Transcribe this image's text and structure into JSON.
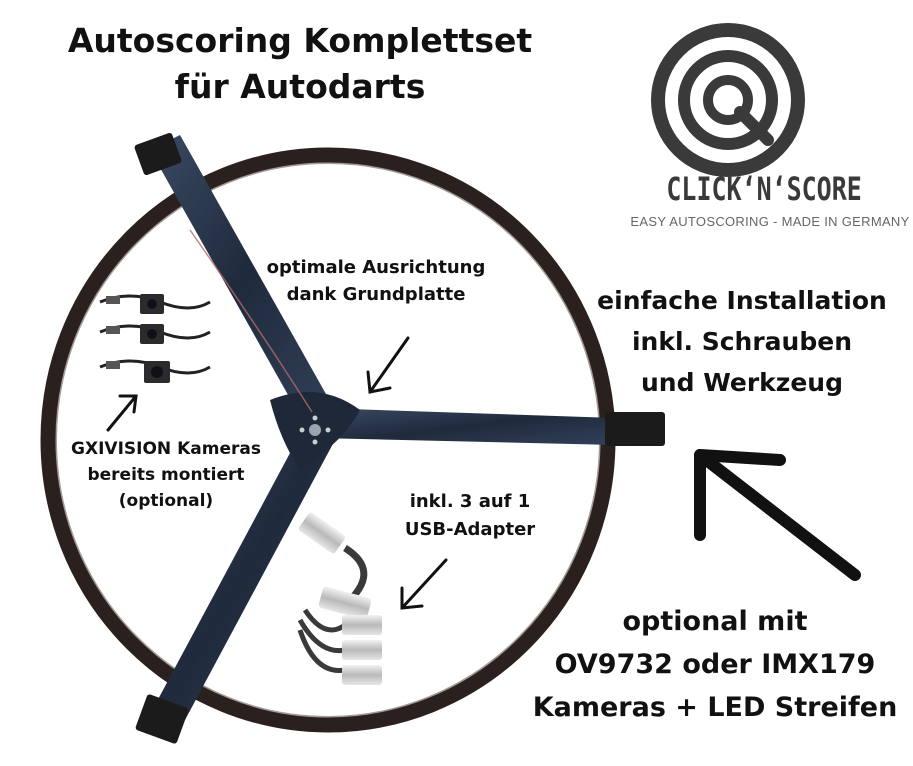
{
  "title": {
    "line1": "Autoscoring Komplettset",
    "line2": "für Autodarts"
  },
  "logo": {
    "wordmark": "CLICK‘N‘SCORE",
    "tagline": "EASY AUTOSCORING - MADE IN GERMANY",
    "icon": "magnifier-target-icon",
    "color": "#3a3a3a"
  },
  "callouts": {
    "alignment": [
      "optimale Ausrichtung",
      "dank Grundplatte"
    ],
    "installation": [
      "einfache Installation",
      "inkl. Schrauben",
      "und Werkzeug"
    ],
    "cameras": [
      "GXIVISION Kameras",
      "bereits montiert",
      "(optional)"
    ],
    "usb": [
      "inkl. 3 auf 1",
      "USB-Adapter"
    ],
    "optional": [
      "optional mit",
      "OV9732 oder IMX179",
      "Kameras + LED Streifen"
    ]
  },
  "colors": {
    "ring": "#2a211e",
    "arms": "#263246",
    "text": "#111111",
    "arrow": "#111111"
  }
}
